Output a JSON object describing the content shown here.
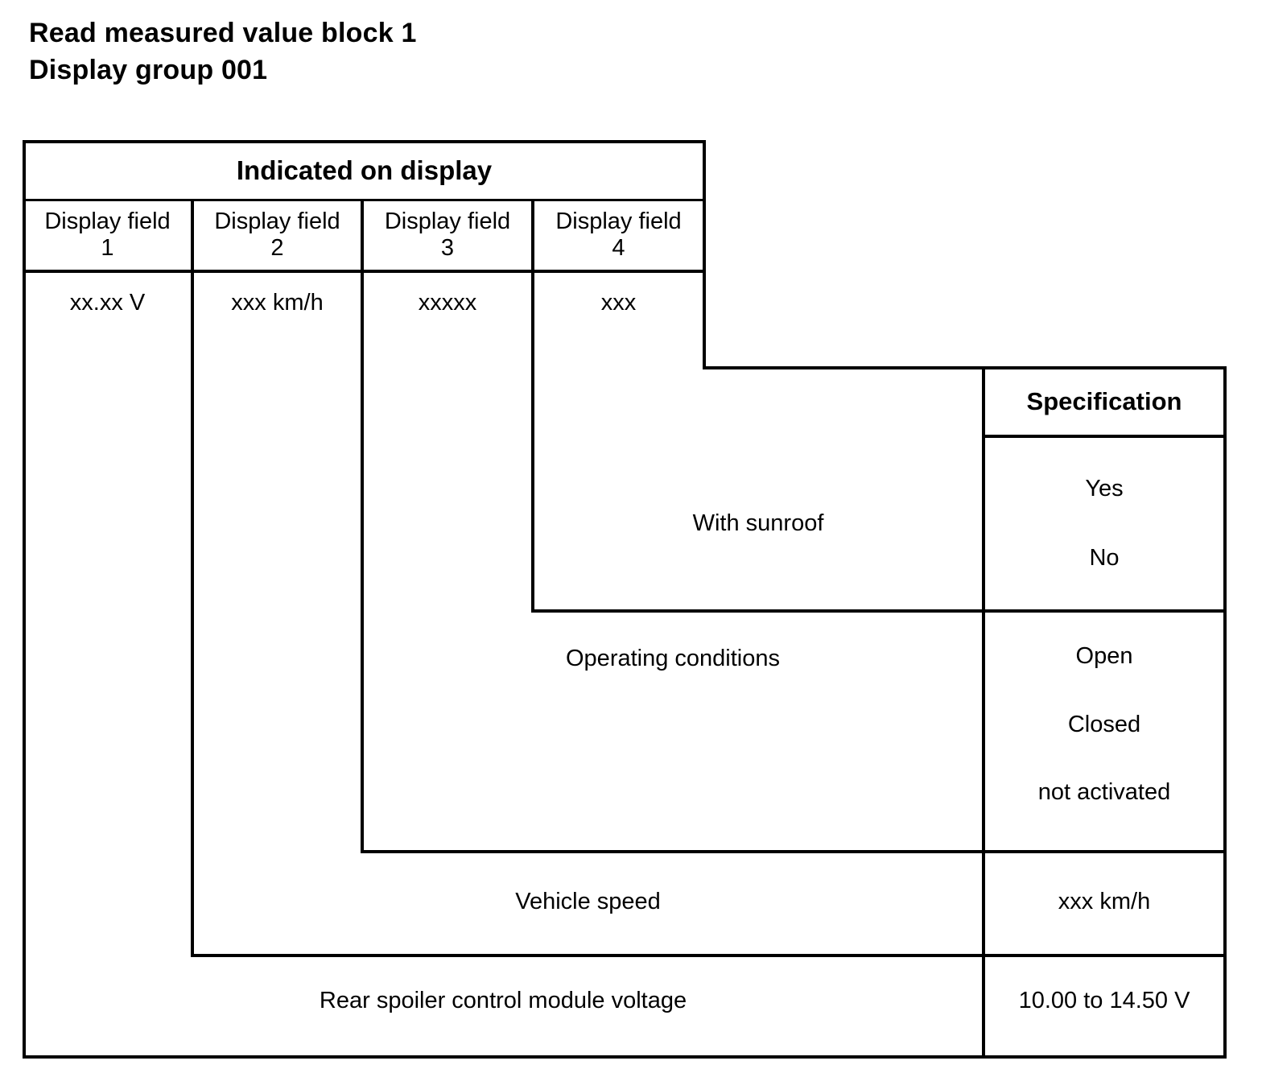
{
  "title": {
    "line1": "Read measured value block 1",
    "line2": "Display group 001"
  },
  "table": {
    "group_header": "Indicated on display",
    "spec_header": "Specification",
    "display_fields": [
      {
        "label_line1": "Display field",
        "label_line2": "1",
        "value": "xx.xx V"
      },
      {
        "label_line1": "Display field",
        "label_line2": "2",
        "value": "xxx km/h"
      },
      {
        "label_line1": "Display field",
        "label_line2": "3",
        "value": "xxxxx"
      },
      {
        "label_line1": "Display field",
        "label_line2": "4",
        "value": "xxx"
      }
    ],
    "rows": [
      {
        "description": "With sunroof",
        "spec_values": [
          "Yes",
          "No"
        ]
      },
      {
        "description": "Operating conditions",
        "spec_values": [
          "Open",
          "Closed",
          "not activated"
        ]
      },
      {
        "description": "Vehicle speed",
        "spec_values": [
          "xxx km/h"
        ]
      },
      {
        "description": "Rear spoiler control module voltage",
        "spec_values": [
          "10.00 to 14.50 V"
        ]
      }
    ]
  },
  "colors": {
    "ink": "#000000",
    "paper": "#ffffff"
  }
}
